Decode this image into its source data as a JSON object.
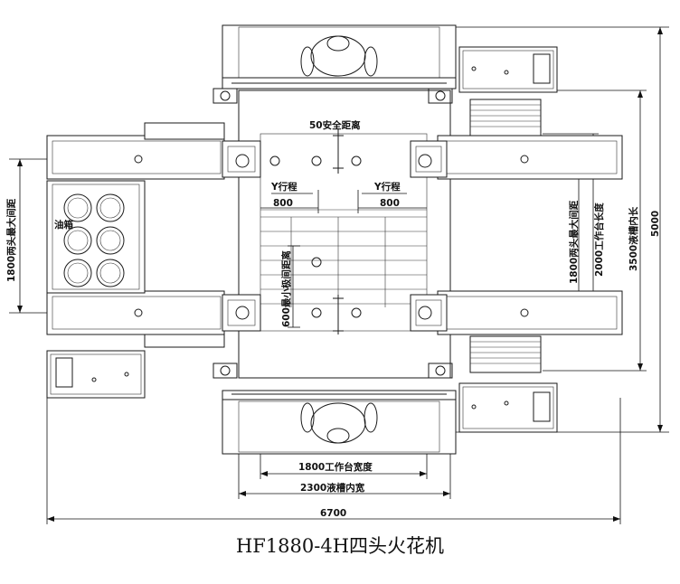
{
  "caption": "HF1880-4H四头火花机",
  "labels": {
    "safety_distance": "50安全距离",
    "y_travel_left": "Y行程",
    "y_travel_left_val": "800",
    "y_travel_right": "Y行程",
    "y_travel_right_val": "800",
    "min_plate_gap": "600最小极间距离",
    "head_gap_left": "1800两头最大间距",
    "head_gap_right": "1800两头最大间距",
    "table_length": "2000工作台长度",
    "tank_inner_length": "3500液槽内长",
    "overall_height": "5000",
    "table_width": "1800工作台宽度",
    "tank_inner_width": "2300液槽内宽",
    "overall_width": "6700",
    "oil_tank": "油箱"
  }
}
